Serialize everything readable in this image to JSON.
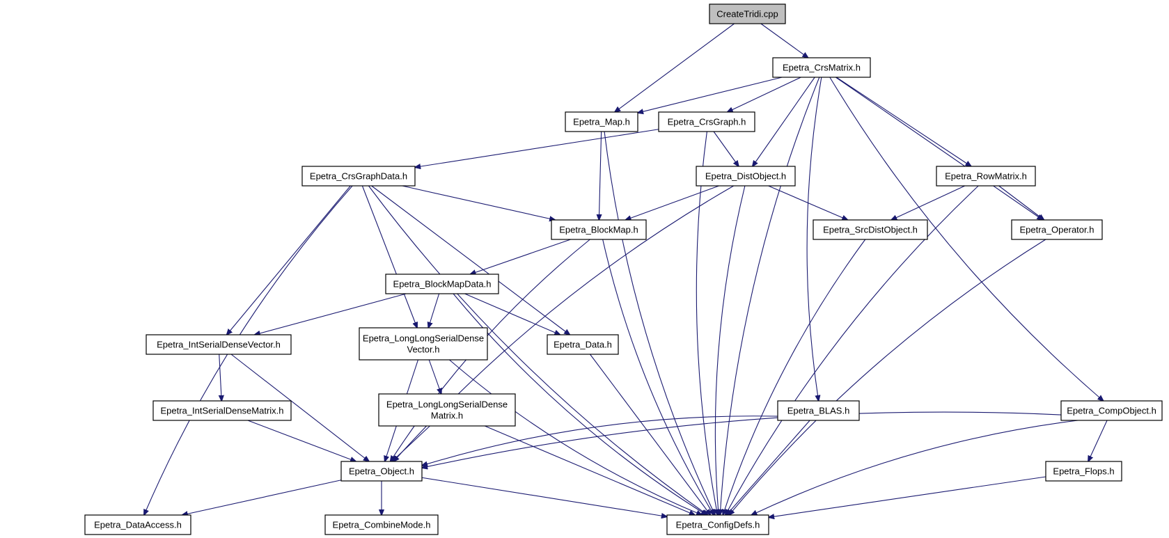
{
  "graph": {
    "edge_color": "#191970",
    "root_fill": "#bfbfbf",
    "nodes": [
      {
        "id": "createtridi",
        "lines": [
          "CreateTridi.cpp"
        ],
        "root": true
      },
      {
        "id": "crsmatrix",
        "lines": [
          "Epetra_CrsMatrix.h"
        ]
      },
      {
        "id": "map",
        "lines": [
          "Epetra_Map.h"
        ]
      },
      {
        "id": "crsgraph",
        "lines": [
          "Epetra_CrsGraph.h"
        ]
      },
      {
        "id": "crsgraphdata",
        "lines": [
          "Epetra_CrsGraphData.h"
        ]
      },
      {
        "id": "distobject",
        "lines": [
          "Epetra_DistObject.h"
        ]
      },
      {
        "id": "rowmatrix",
        "lines": [
          "Epetra_RowMatrix.h"
        ]
      },
      {
        "id": "blockmap",
        "lines": [
          "Epetra_BlockMap.h"
        ]
      },
      {
        "id": "srcdistobject",
        "lines": [
          "Epetra_SrcDistObject.h"
        ]
      },
      {
        "id": "operator",
        "lines": [
          "Epetra_Operator.h"
        ]
      },
      {
        "id": "blockmapdata",
        "lines": [
          "Epetra_BlockMapData.h"
        ]
      },
      {
        "id": "intserialdensevector",
        "lines": [
          "Epetra_IntSerialDenseVector.h"
        ]
      },
      {
        "id": "longlongvector",
        "lines": [
          "Epetra_LongLongSerialDense",
          "Vector.h"
        ]
      },
      {
        "id": "data",
        "lines": [
          "Epetra_Data.h"
        ]
      },
      {
        "id": "intserialdensematrix",
        "lines": [
          "Epetra_IntSerialDenseMatrix.h"
        ]
      },
      {
        "id": "longlongmatrix",
        "lines": [
          "Epetra_LongLongSerialDense",
          "Matrix.h"
        ]
      },
      {
        "id": "blas",
        "lines": [
          "Epetra_BLAS.h"
        ]
      },
      {
        "id": "compobject",
        "lines": [
          "Epetra_CompObject.h"
        ]
      },
      {
        "id": "object",
        "lines": [
          "Epetra_Object.h"
        ]
      },
      {
        "id": "flops",
        "lines": [
          "Epetra_Flops.h"
        ]
      },
      {
        "id": "dataaccess",
        "lines": [
          "Epetra_DataAccess.h"
        ]
      },
      {
        "id": "combinemode",
        "lines": [
          "Epetra_CombineMode.h"
        ]
      },
      {
        "id": "configdefs",
        "lines": [
          "Epetra_ConfigDefs.h"
        ]
      }
    ],
    "edges": [
      [
        "createtridi",
        "crsmatrix"
      ],
      [
        "createtridi",
        "map"
      ],
      [
        "crsmatrix",
        "map"
      ],
      [
        "crsmatrix",
        "crsgraph"
      ],
      [
        "crsmatrix",
        "distobject"
      ],
      [
        "crsmatrix",
        "rowmatrix"
      ],
      [
        "crsmatrix",
        "operator"
      ],
      [
        "crsmatrix",
        "blas"
      ],
      [
        "crsmatrix",
        "compobject"
      ],
      [
        "crsmatrix",
        "configdefs"
      ],
      [
        "map",
        "blockmap"
      ],
      [
        "map",
        "configdefs"
      ],
      [
        "crsgraph",
        "crsgraphdata"
      ],
      [
        "crsgraph",
        "distobject"
      ],
      [
        "crsgraph",
        "configdefs"
      ],
      [
        "crsgraphdata",
        "blockmap"
      ],
      [
        "crsgraphdata",
        "intserialdensevector"
      ],
      [
        "crsgraphdata",
        "longlongvector"
      ],
      [
        "crsgraphdata",
        "data"
      ],
      [
        "crsgraphdata",
        "dataaccess"
      ],
      [
        "crsgraphdata",
        "configdefs"
      ],
      [
        "distobject",
        "blockmap"
      ],
      [
        "distobject",
        "srcdistobject"
      ],
      [
        "distobject",
        "object"
      ],
      [
        "distobject",
        "configdefs"
      ],
      [
        "rowmatrix",
        "srcdistobject"
      ],
      [
        "rowmatrix",
        "operator"
      ],
      [
        "rowmatrix",
        "configdefs"
      ],
      [
        "blockmap",
        "blockmapdata"
      ],
      [
        "blockmap",
        "object"
      ],
      [
        "blockmap",
        "configdefs"
      ],
      [
        "srcdistobject",
        "configdefs"
      ],
      [
        "operator",
        "configdefs"
      ],
      [
        "blockmapdata",
        "intserialdensevector"
      ],
      [
        "blockmapdata",
        "longlongvector"
      ],
      [
        "blockmapdata",
        "data"
      ],
      [
        "blockmapdata",
        "configdefs"
      ],
      [
        "intserialdensevector",
        "intserialdensematrix"
      ],
      [
        "intserialdensevector",
        "object"
      ],
      [
        "longlongvector",
        "longlongmatrix"
      ],
      [
        "longlongvector",
        "object"
      ],
      [
        "longlongvector",
        "configdefs"
      ],
      [
        "data",
        "configdefs"
      ],
      [
        "intserialdensematrix",
        "object"
      ],
      [
        "longlongmatrix",
        "object"
      ],
      [
        "longlongmatrix",
        "configdefs"
      ],
      [
        "blas",
        "object"
      ],
      [
        "blas",
        "configdefs"
      ],
      [
        "compobject",
        "object"
      ],
      [
        "compobject",
        "flops"
      ],
      [
        "compobject",
        "configdefs"
      ],
      [
        "object",
        "dataaccess"
      ],
      [
        "object",
        "combinemode"
      ],
      [
        "object",
        "configdefs"
      ],
      [
        "flops",
        "configdefs"
      ]
    ]
  }
}
